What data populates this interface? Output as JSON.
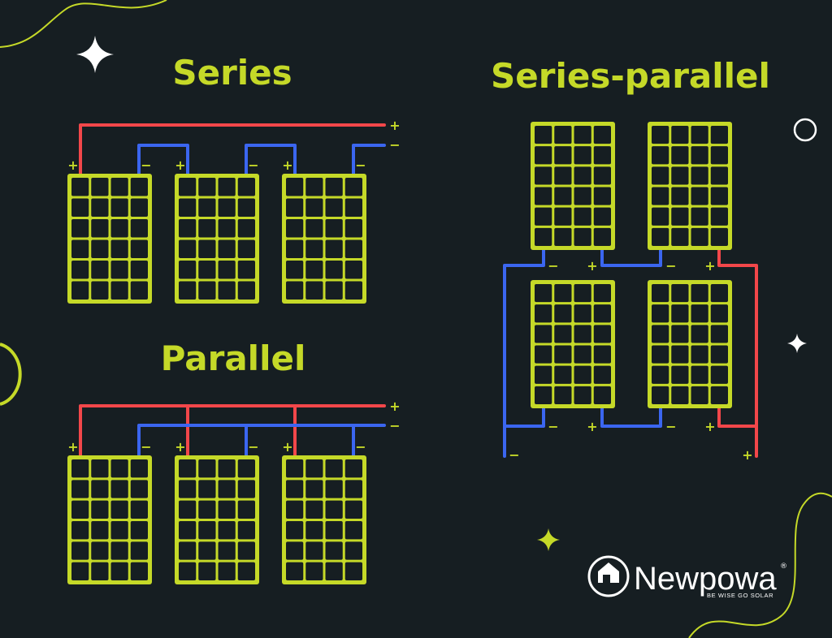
{
  "titles": {
    "series": "Series",
    "parallel": "Parallel",
    "series_parallel": "Series-parallel"
  },
  "signs": {
    "plus": "+",
    "minus": "−"
  },
  "brand": {
    "name": "Newpowa",
    "registered": "®",
    "tagline": "BE WISE GO SOLAR",
    "logo_icon": "house-sun-icon"
  },
  "colors": {
    "background": "#161e22",
    "panel": "#c5d928",
    "positive_wire": "#f2474a",
    "negative_wire": "#3b66f0",
    "text": "#c5d928",
    "white": "#ffffff"
  },
  "decorations": [
    "sparkle-icon",
    "ring-icon",
    "curve-line"
  ]
}
